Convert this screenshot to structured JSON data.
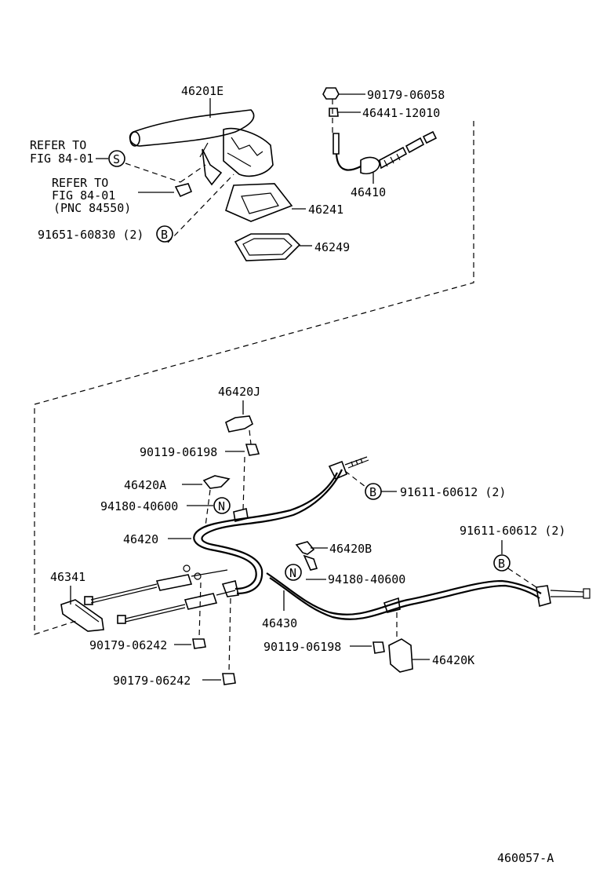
{
  "labels": {
    "lever": "46201E",
    "refer1_line1": "REFER TO",
    "refer1_line2": "FIG 84-01",
    "refer1_sym": "S",
    "refer2_line1": "REFER TO",
    "refer2_line2": "FIG 84-01",
    "refer2_line3": "(PNC 84550)",
    "bolt_top": "91651-60830 (2)",
    "bolt_top_sym": "B",
    "nut_top": "90179-06058",
    "part_46441": "46441-12010",
    "cable_front": "46410",
    "cover": "46241",
    "gasket": "46249",
    "clamp_j": "46420J",
    "bolt_j": "90119-06198",
    "clamp_a": "46420A",
    "clip_a": "94180-40600",
    "clip_a_sym": "N",
    "cable_left": "46420",
    "bolt_mid": "91611-60612 (2)",
    "bolt_mid_sym": "B",
    "clamp_b": "46420B",
    "clip_b": "94180-40600",
    "clip_b_sym": "N",
    "bolt_right": "91611-60612 (2)",
    "bolt_right_sym": "B",
    "equalizer": "46341",
    "cable_right": "46430",
    "nut_1": "90179-06242",
    "nut_2": "90179-06242",
    "bolt_k": "90119-06198",
    "clamp_k": "46420K",
    "figure_id": "460057-A"
  }
}
